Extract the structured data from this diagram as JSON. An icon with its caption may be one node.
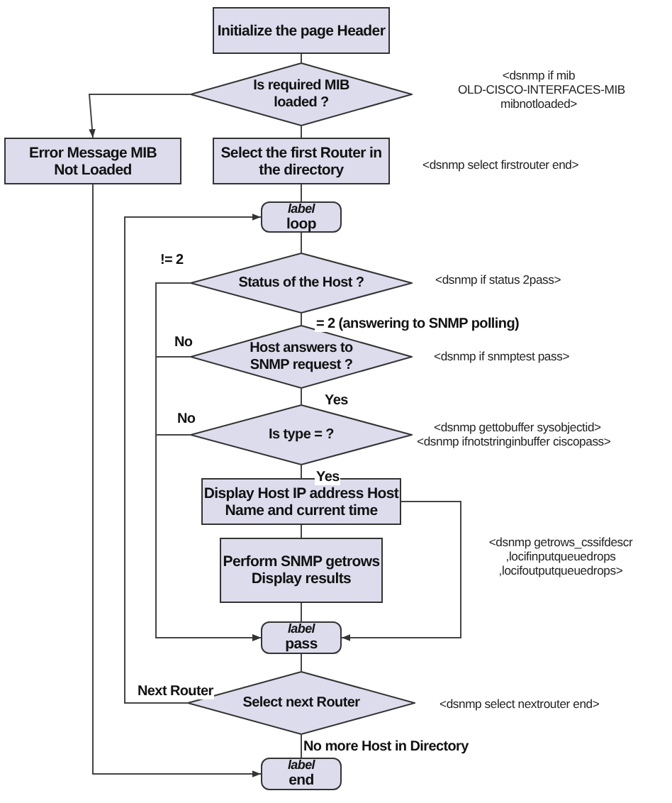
{
  "diagram": {
    "nodes": [
      {
        "text": [
          "Initialize the page Header"
        ]
      },
      {
        "text": [
          "Is required MIB loaded ?"
        ]
      },
      {
        "text": [
          "Error Message MIB Not Loaded"
        ]
      },
      {
        "text": [
          "Select the first Router in the directory"
        ],
        "beside": [
          "<dsnmp select firstrouter end>"
        ]
      },
      {
        "text": [
          "label",
          "loop"
        ]
      },
      {
        "text": [
          "Status of the Host ?"
        ],
        "beside": [
          "<dsnmp if status 2pass>"
        ]
      },
      {
        "text": [
          "Host answers to SNMP request ?"
        ],
        "beside": [
          "<dsnmp if snmptest pass>"
        ]
      },
      {
        "text": [
          "Is type = ?"
        ],
        "beside": [
          "<dsnmp gettobuffer sysobjectid>",
          "<dsnmp ifnotstringinbuffer ciscopass>"
        ]
      },
      {
        "text": [
          "Display Host IP address Host Name and current time"
        ]
      },
      {
        "text": [
          "Perform SNMP getrows Display results"
        ]
      },
      {
        "text": [
          "label",
          "pass"
        ]
      },
      {
        "text": [
          "Select next Router"
        ],
        "beside": [
          "<dsnmp select nextrouter end>"
        ]
      },
      {
        "text": [
          "label",
          "end"
        ]
      }
    ],
    "edges": [
      {
        "from": 0,
        "to": 1,
        "arrow": "none"
      },
      {
        "from": 1,
        "to": 2,
        "arrow": "to"
      },
      {
        "from": 1,
        "to": 3,
        "arrow": "none"
      },
      {
        "from": 3,
        "to": 4,
        "arrow": "none"
      },
      {
        "from": 4,
        "to": 5,
        "arrow": "none"
      },
      {
        "from": 5,
        "to": 6,
        "arrow": "none",
        "label": "= 2 (answering to SNMP polling)"
      },
      {
        "from": 5,
        "to": 10,
        "arrow": "to",
        "label": "!= 2"
      },
      {
        "from": 6,
        "to": 10,
        "arrow": "to",
        "label": "No"
      },
      {
        "from": 7,
        "to": 10,
        "arrow": "to",
        "label": "No"
      },
      {
        "from": 6,
        "to": 7,
        "arrow": "none",
        "label": "Yes"
      },
      {
        "from": 7,
        "to": 8,
        "arrow": "none",
        "label": "Yes"
      },
      {
        "from": 8,
        "to": 9,
        "arrow": "none"
      },
      {
        "from": 8,
        "to": 10,
        "arrow": "to"
      },
      {
        "from": 9,
        "to": 10,
        "arrow": "none"
      },
      {
        "from": 10,
        "to": 11,
        "arrow": "none"
      },
      {
        "from": 11,
        "to": 4,
        "arrow": "to",
        "label": "Next Router"
      },
      {
        "from": 11,
        "to": 12,
        "arrow": "none",
        "label": "No more Host in Directory"
      },
      {
        "from": 2,
        "to": 12,
        "arrow": "to"
      }
    ],
    "labels": [
      "<dsnmp if mib OLD-CISCO-INTERFACES-MIB mibnotloaded>",
      "<dsnmp getrows_cssifdescr ,locifinputqueuedrops ,locifoutputqueuedrops>"
    ]
  }
}
